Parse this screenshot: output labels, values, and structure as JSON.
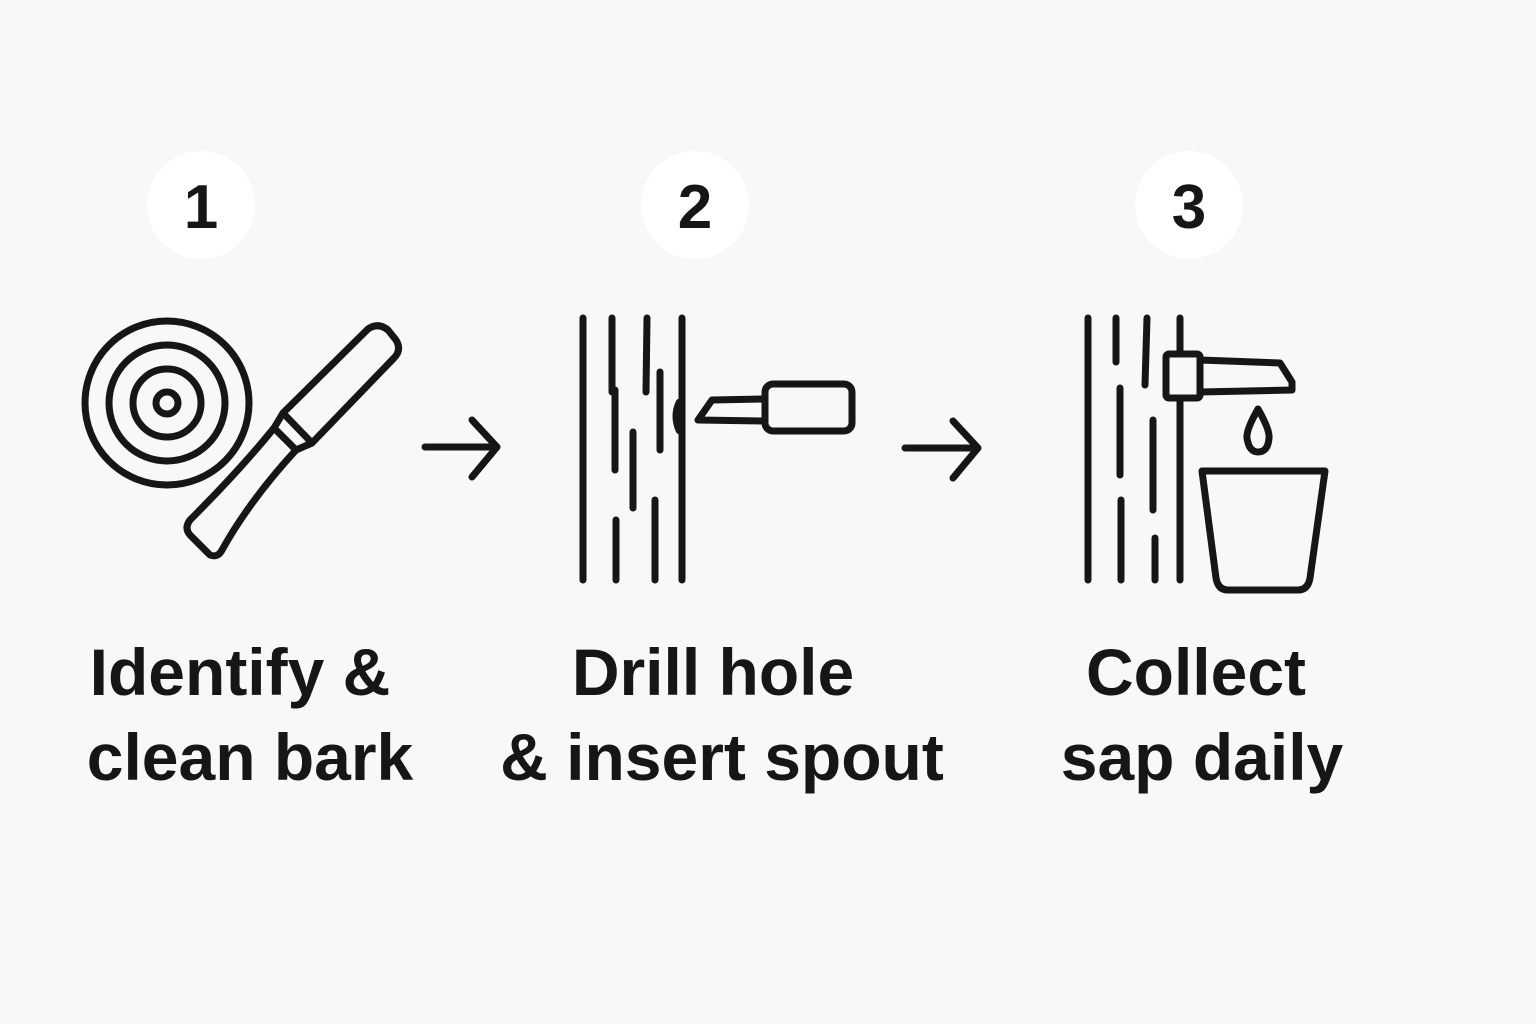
{
  "title": "Tapping steps",
  "steps": [
    {
      "number": "1",
      "label_line1": "Identify &",
      "label_line2": "clean bark",
      "icon": "tree-rings-and-chisel-icon"
    },
    {
      "number": "2",
      "label_line1": "Drill hole",
      "label_line2": "& insert spout",
      "icon": "tree-with-spout-icon"
    },
    {
      "number": "3",
      "label_line1": "Collect",
      "label_line2": "sap daily",
      "icon": "tree-spout-bucket-icon"
    }
  ],
  "colors": {
    "background": "#f8f8f8",
    "ink": "#161616",
    "badge": "#ffffff"
  }
}
